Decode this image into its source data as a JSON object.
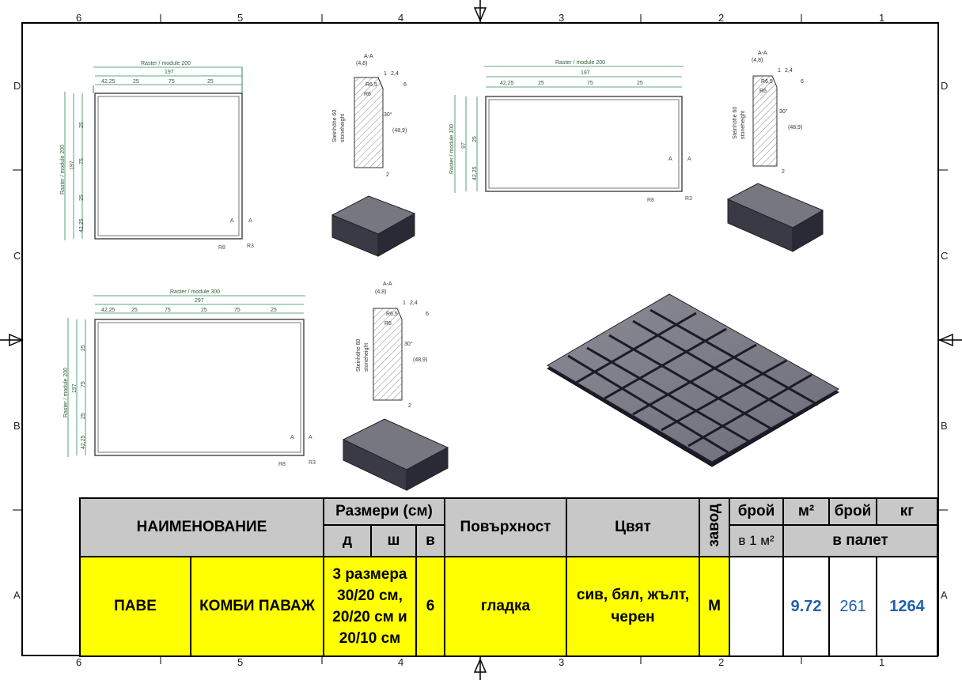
{
  "zones": {
    "columns": [
      "6",
      "5",
      "4",
      "3",
      "2",
      "1"
    ],
    "rows": [
      "D",
      "C",
      "B",
      "A"
    ]
  },
  "dims": {
    "top_left": {
      "raster": "Raster / module 200",
      "overall": "197",
      "parts": [
        "42,25",
        "25",
        "75",
        "25"
      ],
      "side_raster": "Raster / module 200",
      "side_overall": "197",
      "side_parts": [
        "25",
        "75",
        "25",
        "42,25"
      ],
      "r_outer": "R8",
      "r_inner": "R3",
      "cut": "A"
    },
    "top_right": {
      "raster": "Raster / module 200",
      "overall": "197",
      "parts": [
        "42,25",
        "25",
        "75",
        "25"
      ],
      "side_raster": "Raster / module 100",
      "side_overall": "97",
      "side_parts": [
        "25",
        "42,25"
      ],
      "r_outer": "R8",
      "r_inner": "R3",
      "cut": "A"
    },
    "bottom_left": {
      "raster": "Raster / module 300",
      "overall": "297",
      "parts": [
        "42,25",
        "25",
        "75",
        "25",
        "75",
        "25"
      ],
      "side_raster": "Raster / module 200",
      "side_overall": "197",
      "side_parts": [
        "25",
        "75",
        "25",
        "42,25"
      ],
      "r_outer": "R8",
      "r_inner": "R3",
      "cut": "A"
    },
    "section": {
      "title": "A-A",
      "d1": "(4,8)",
      "d2": "1",
      "d3": "2,4",
      "d4": "6",
      "r1": "R6,5",
      "r2": "R6",
      "angle": "30°",
      "h": "(48,9)",
      "bottom": "2",
      "label1": "Steinhöhe 60",
      "label2": "stoneheight"
    }
  },
  "table": {
    "header": {
      "name": "НАИМЕНОВАНИЕ",
      "sizes": "Размери (см)",
      "d": "д",
      "sh": "ш",
      "v": "в",
      "surface": "Повърхност",
      "color": "Цвят",
      "factory": "завод",
      "count": "брой",
      "per_m2": "в 1 м²",
      "m2": "м²",
      "count2": "брой",
      "kg": "кг",
      "on_pallet": "в палет"
    },
    "row": {
      "type": "ПАВЕ",
      "name": "КОМБИ ПАВАЖ",
      "size_l1": "3 размера",
      "size_l2": "30/20 см,",
      "size_l3": "20/20 см и",
      "size_l4": "20/10 см",
      "height": "6",
      "surface": "гладка",
      "color": "сив, бял, жълт, черен",
      "factory": "М",
      "per_m2": "",
      "m2": "9.72",
      "count": "261",
      "kg": "1264"
    }
  },
  "colors": {
    "header_bg": "#c8c8c8",
    "row_bg": "#ffff00",
    "value_blue": "#1f5fb0",
    "dim_green": "#2e8b57"
  }
}
